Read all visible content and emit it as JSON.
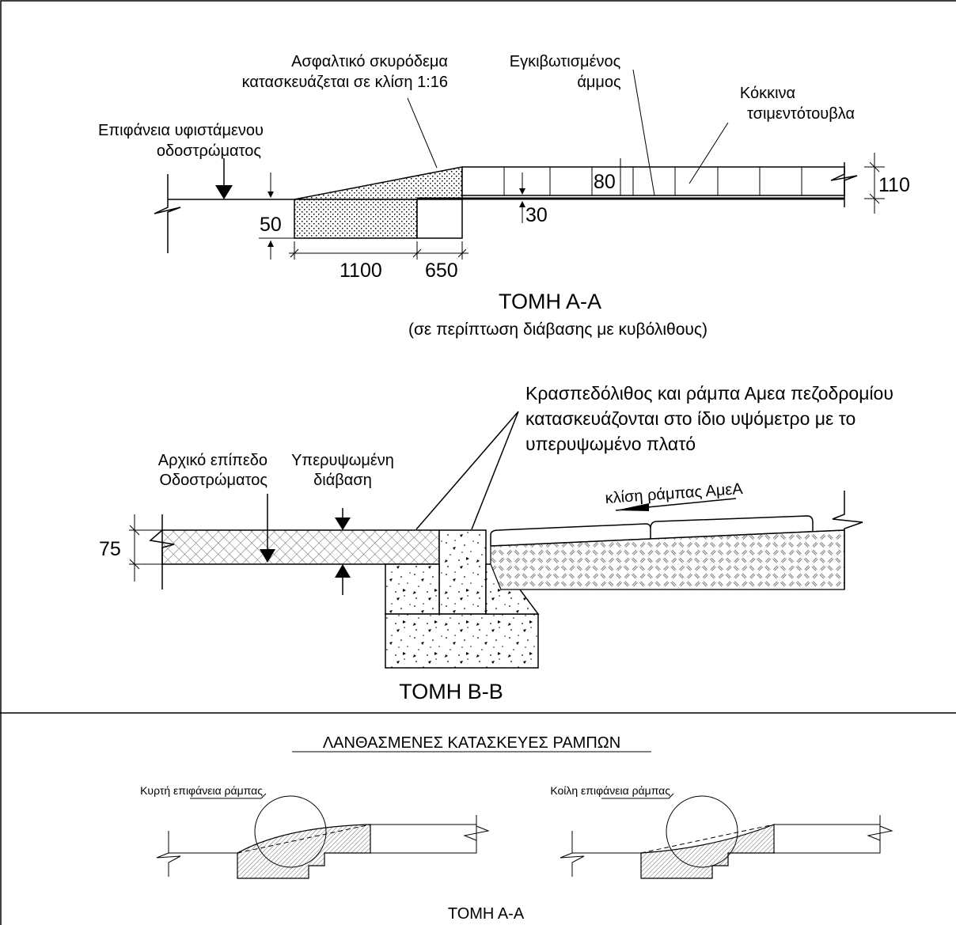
{
  "section_aa": {
    "label_asphalt_1": "Ασφαλτικό σκυρόδεμα",
    "label_asphalt_2": "κατασκευάζεται σε κλίση 1:16",
    "label_sand_1": "Εγκιβωτισμένος",
    "label_sand_2": "άμμος",
    "label_bricks_1": "Κόκκινα",
    "label_bricks_2": "τσιμεντότουβλα",
    "label_surface_1": "Επιφάνεια υφιστάμενου",
    "label_surface_2": "οδοστρώματος",
    "dim_80": "80",
    "dim_110": "110",
    "dim_30": "30",
    "dim_50": "50",
    "dim_1100": "1100",
    "dim_650": "650",
    "title": "ΤΟΜΗ  Α-Α",
    "subtitle": "(σε περίπτωση διάβασης με κυβόλιθους)"
  },
  "section_bb": {
    "note_1": "Κρασπεδόλιθος και ράμπα Αμεα πεζοδρομίου",
    "note_2": "κατασκευάζονται στο ίδιο υψόμετρο με το",
    "note_3": "υπερυψωμένο πλατό",
    "label_initial_1": "Αρχικό επίπεδο",
    "label_initial_2": "Οδοστρώματος",
    "label_raised_1": "Υπερυψωμένη",
    "label_raised_2": "διάβαση",
    "ramp_slope": "κλίση ράμπας ΑμεΑ",
    "dim_75": "75",
    "title": "ΤΟΜΗ  Β-Β"
  },
  "wrong_section": {
    "heading": "ΛΑΝΘΑΣΜΕΝΕΣ ΚΑΤΑΣΚΕΥΕΣ ΡΑΜΠΩΝ",
    "convex_label": "Κυρτή επιφάνεια ράμπας",
    "concave_label": "Κοίλη επιφάνεια ράμπας",
    "title": "ΤΟΜΗ Α-Α"
  }
}
